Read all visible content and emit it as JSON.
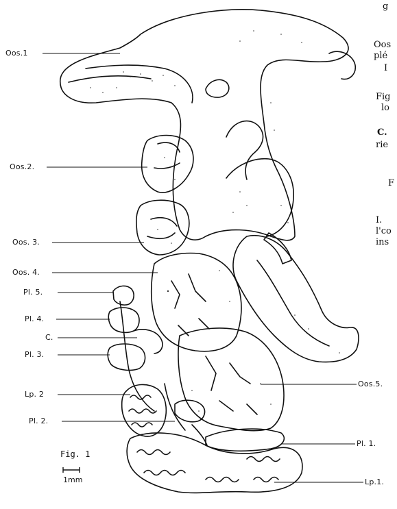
{
  "labels": {
    "oos1": "Oos.1",
    "oos2": "Oos.2.",
    "oos3": "Oos. 3.",
    "oos4": "Oos. 4.",
    "pl5": "Pl. 5.",
    "pl4": "Pl. 4.",
    "c": "C.",
    "pl3": "Pl. 3.",
    "lp2": "Lp. 2",
    "pl2": "Pl. 2.",
    "oos5": "Oos.5.",
    "pl1": "Pl. 1.",
    "lp1": "Lp.1."
  },
  "caption": {
    "figure": "Fig. 1",
    "scale": "1mm"
  },
  "margin_text": [
    "g",
    "Oos",
    "plé",
    "I",
    "Fig",
    "lo",
    "C.",
    "rie",
    "F",
    "I.",
    "l'co",
    "ins"
  ]
}
